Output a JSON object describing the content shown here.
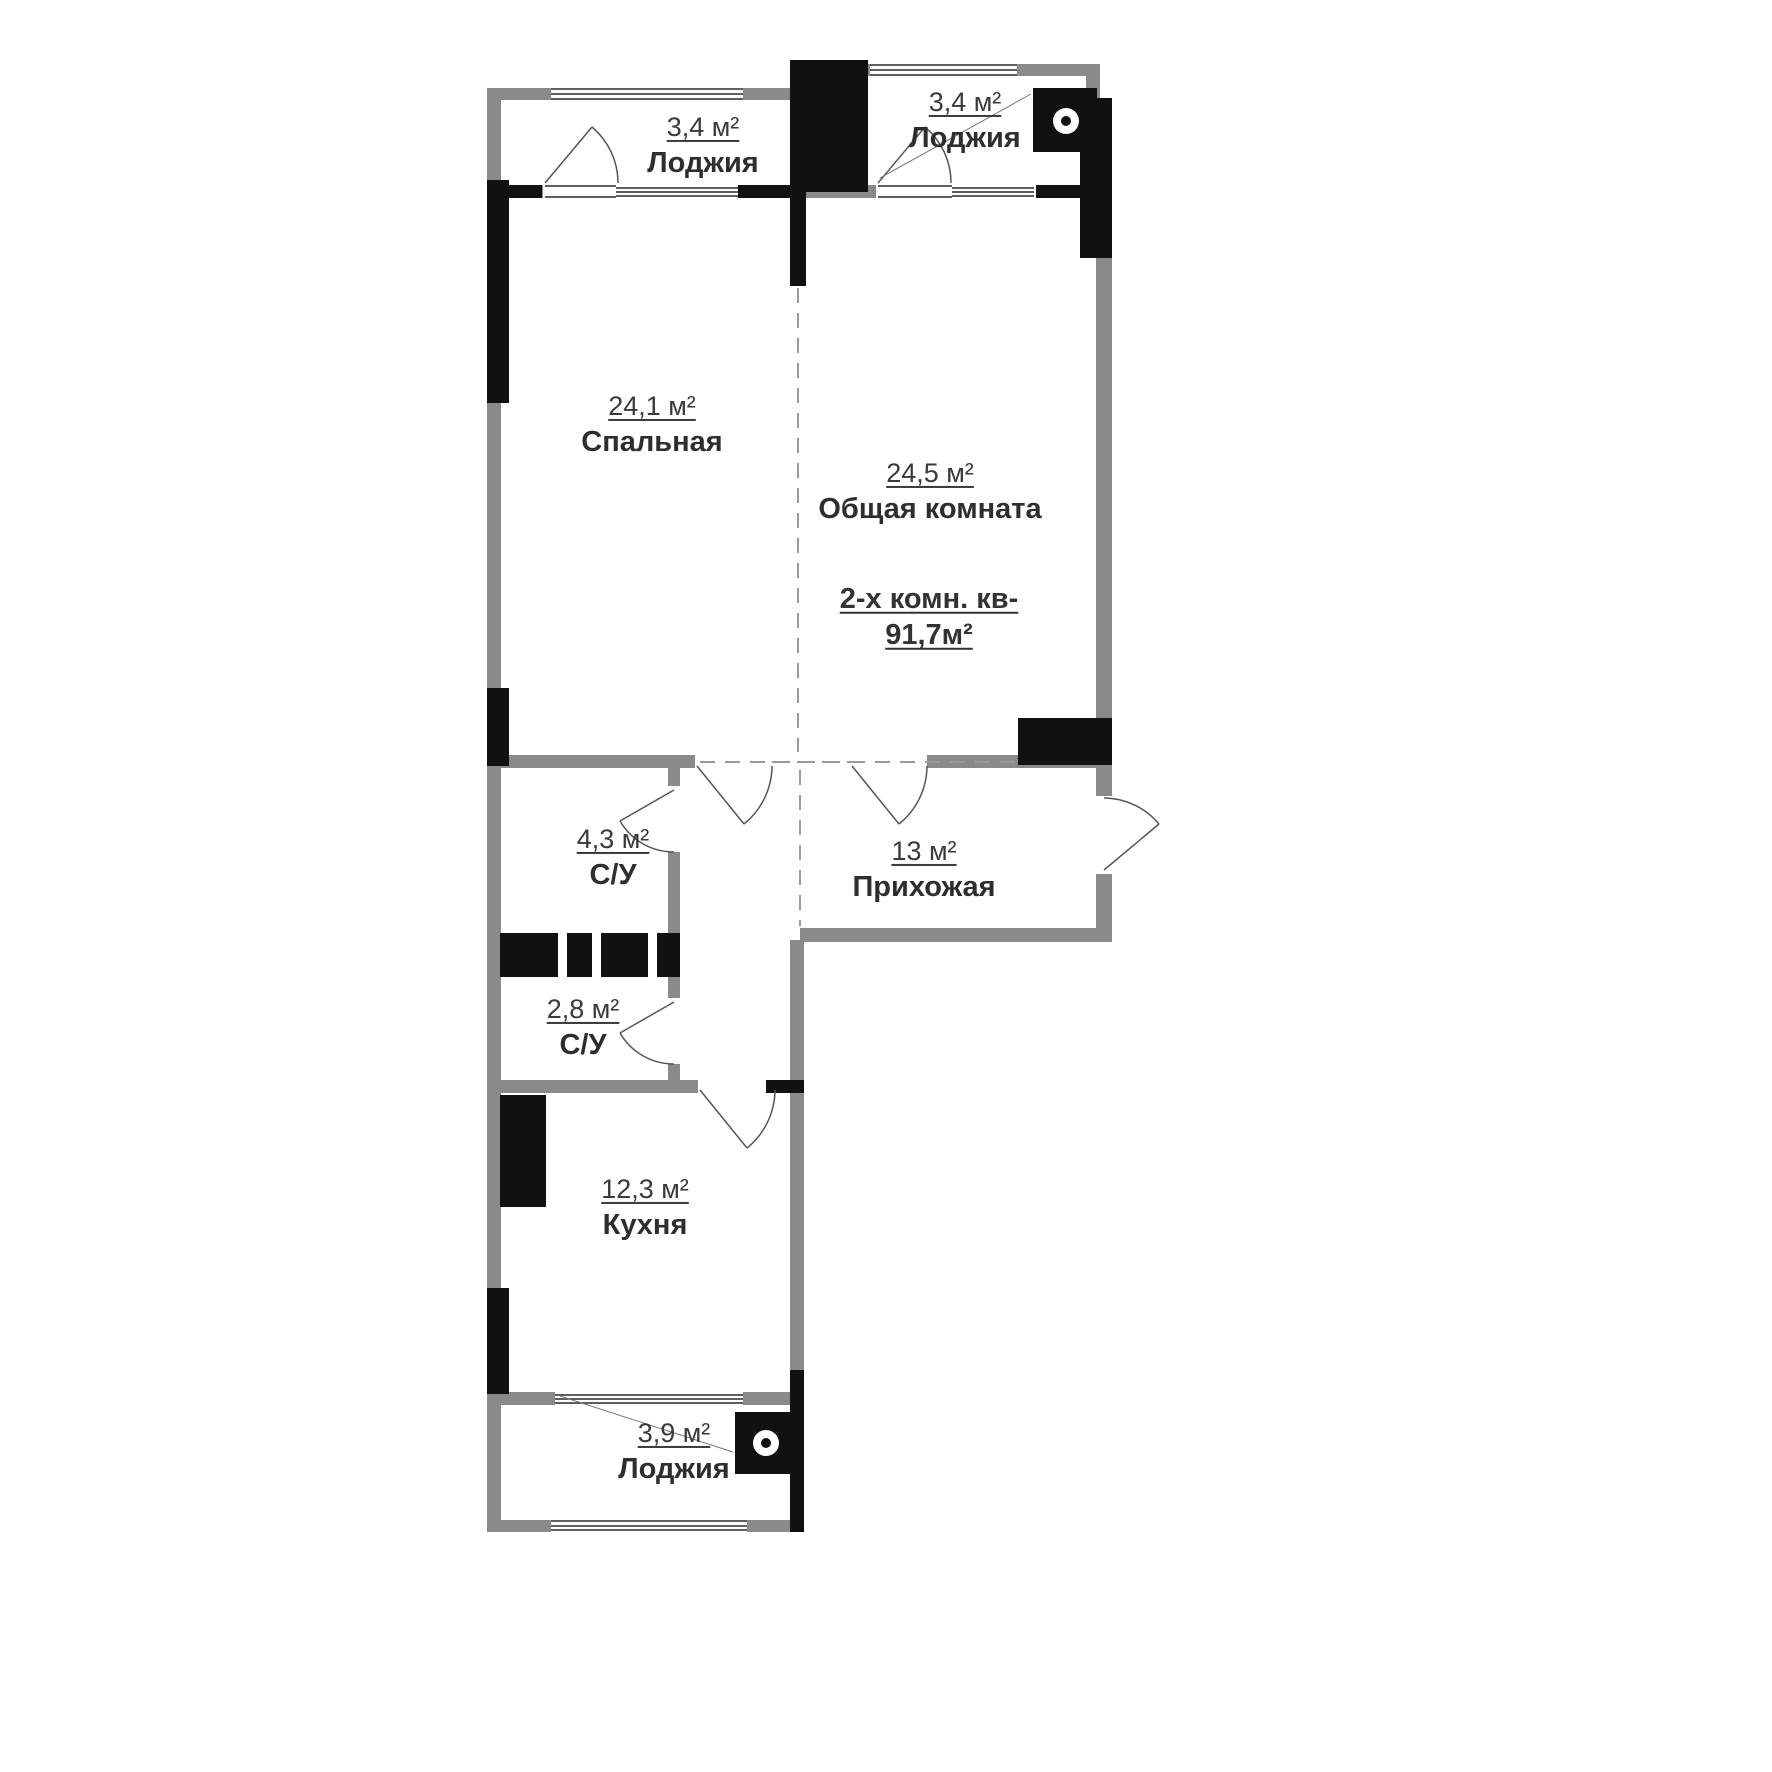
{
  "plan": {
    "apartment": {
      "title": "2-х комн. кв-",
      "total_area": "91,7м²"
    },
    "rooms": [
      {
        "id": "loggia-top-left",
        "label": "Лоджия",
        "area": "3,4 м²"
      },
      {
        "id": "loggia-top-right",
        "label": "Лоджия",
        "area": "3,4 м²"
      },
      {
        "id": "bedroom",
        "label": "Спальная",
        "area": "24,1 м²"
      },
      {
        "id": "living-room",
        "label": "Общая комната",
        "area": "24,5 м²"
      },
      {
        "id": "bathroom-1",
        "label": "С/У",
        "area": "4,3 м²"
      },
      {
        "id": "hallway",
        "label": "Прихожая",
        "area": "13 м²"
      },
      {
        "id": "bathroom-2",
        "label": "С/У",
        "area": "2,8 м²"
      },
      {
        "id": "kitchen",
        "label": "Кухня",
        "area": "12,3 м²"
      },
      {
        "id": "loggia-bottom",
        "label": "Лоджия",
        "area": "3,9 м²"
      }
    ],
    "colors": {
      "wall_gray": "#8a8a8a",
      "wall_black": "#111111",
      "text": "#2e2e2e",
      "background": "#ffffff"
    }
  }
}
